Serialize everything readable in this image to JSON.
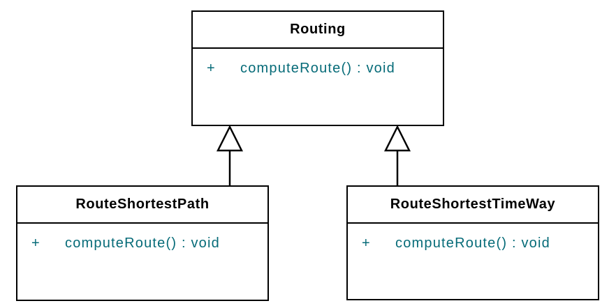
{
  "diagram": {
    "kind": "uml-class-diagram",
    "colors": {
      "background": "#ffffff",
      "border": "#000000",
      "title_text": "#000000",
      "member_text": "#066b78"
    },
    "classes": [
      {
        "name": "Routing",
        "members": [
          {
            "visibility": "+",
            "signature": "computeRoute() : void"
          }
        ]
      },
      {
        "name": "RouteShortestPath",
        "members": [
          {
            "visibility": "+",
            "signature": "computeRoute() : void"
          }
        ]
      },
      {
        "name": "RouteShortestTimeWay",
        "members": [
          {
            "visibility": "+",
            "signature": "computeRoute() : void"
          }
        ]
      }
    ],
    "relations": [
      {
        "type": "generalization",
        "from": "RouteShortestPath",
        "to": "Routing"
      },
      {
        "type": "generalization",
        "from": "RouteShortestTimeWay",
        "to": "Routing"
      }
    ]
  }
}
